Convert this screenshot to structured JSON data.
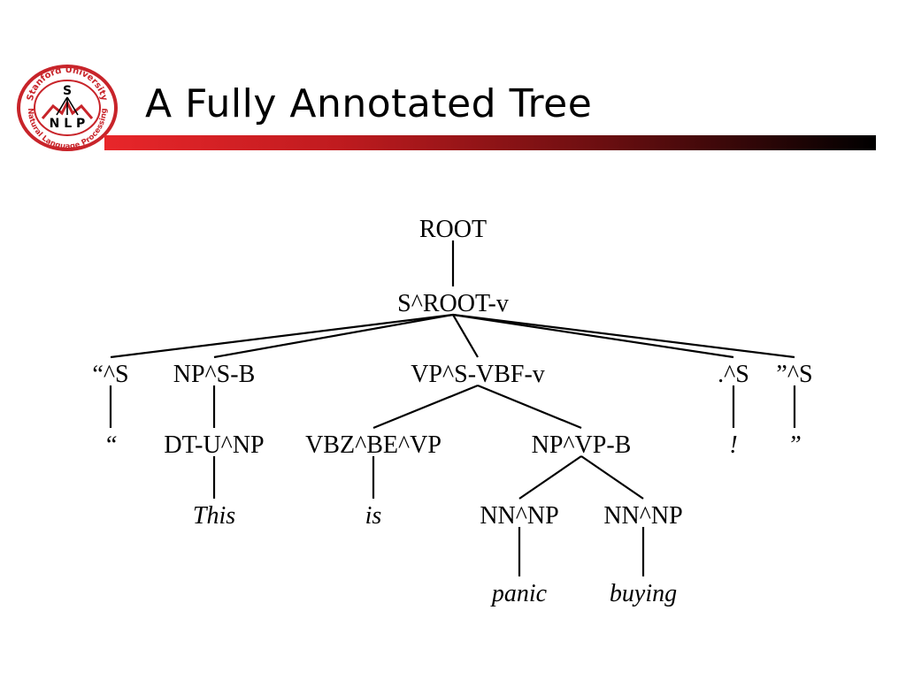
{
  "slide": {
    "title": "A Fully Annotated Tree"
  },
  "logo": {
    "top_text": "Stanford University",
    "bottom_text": "Natural Language Processing",
    "letter_s": "S",
    "letters": "N L P",
    "color": "#c8242a"
  },
  "title_bar": {
    "colors": [
      "#e8262a",
      "#c01b1f",
      "#6a0e10",
      "#000000"
    ]
  },
  "tree": {
    "nodes": [
      {
        "id": "root",
        "label": "ROOT",
        "parent": null,
        "kind": "node"
      },
      {
        "id": "s",
        "label": "S^ROOT-v",
        "parent": "root",
        "kind": "node"
      },
      {
        "id": "q1",
        "label": "“^S",
        "parent": "s",
        "kind": "node"
      },
      {
        "id": "np1",
        "label": "NP^S-B",
        "parent": "s",
        "kind": "node"
      },
      {
        "id": "vp",
        "label": "VP^S-VBF-v",
        "parent": "s",
        "kind": "node"
      },
      {
        "id": "dot",
        "label": ".^S",
        "parent": "s",
        "kind": "node"
      },
      {
        "id": "q2",
        "label": "”^S",
        "parent": "s",
        "kind": "node"
      },
      {
        "id": "w_q1",
        "label": "“",
        "parent": "q1",
        "kind": "word"
      },
      {
        "id": "dt",
        "label": "DT-U^NP",
        "parent": "np1",
        "kind": "node"
      },
      {
        "id": "vbz",
        "label": "VBZ^BE^VP",
        "parent": "vp",
        "kind": "node"
      },
      {
        "id": "np2",
        "label": "NP^VP-B",
        "parent": "vp",
        "kind": "node"
      },
      {
        "id": "w_bang",
        "label": "!",
        "parent": "dot",
        "kind": "word"
      },
      {
        "id": "w_q2",
        "label": "”",
        "parent": "q2",
        "kind": "word"
      },
      {
        "id": "w_this",
        "label": "This",
        "parent": "dt",
        "kind": "word"
      },
      {
        "id": "w_is",
        "label": "is",
        "parent": "vbz",
        "kind": "word"
      },
      {
        "id": "nn1",
        "label": "NN^NP",
        "parent": "np2",
        "kind": "node"
      },
      {
        "id": "nn2",
        "label": "NN^NP",
        "parent": "np2",
        "kind": "node"
      },
      {
        "id": "w_panic",
        "label": "panic",
        "parent": "nn1",
        "kind": "word"
      },
      {
        "id": "w_buying",
        "label": "buying",
        "parent": "nn2",
        "kind": "word"
      }
    ]
  }
}
